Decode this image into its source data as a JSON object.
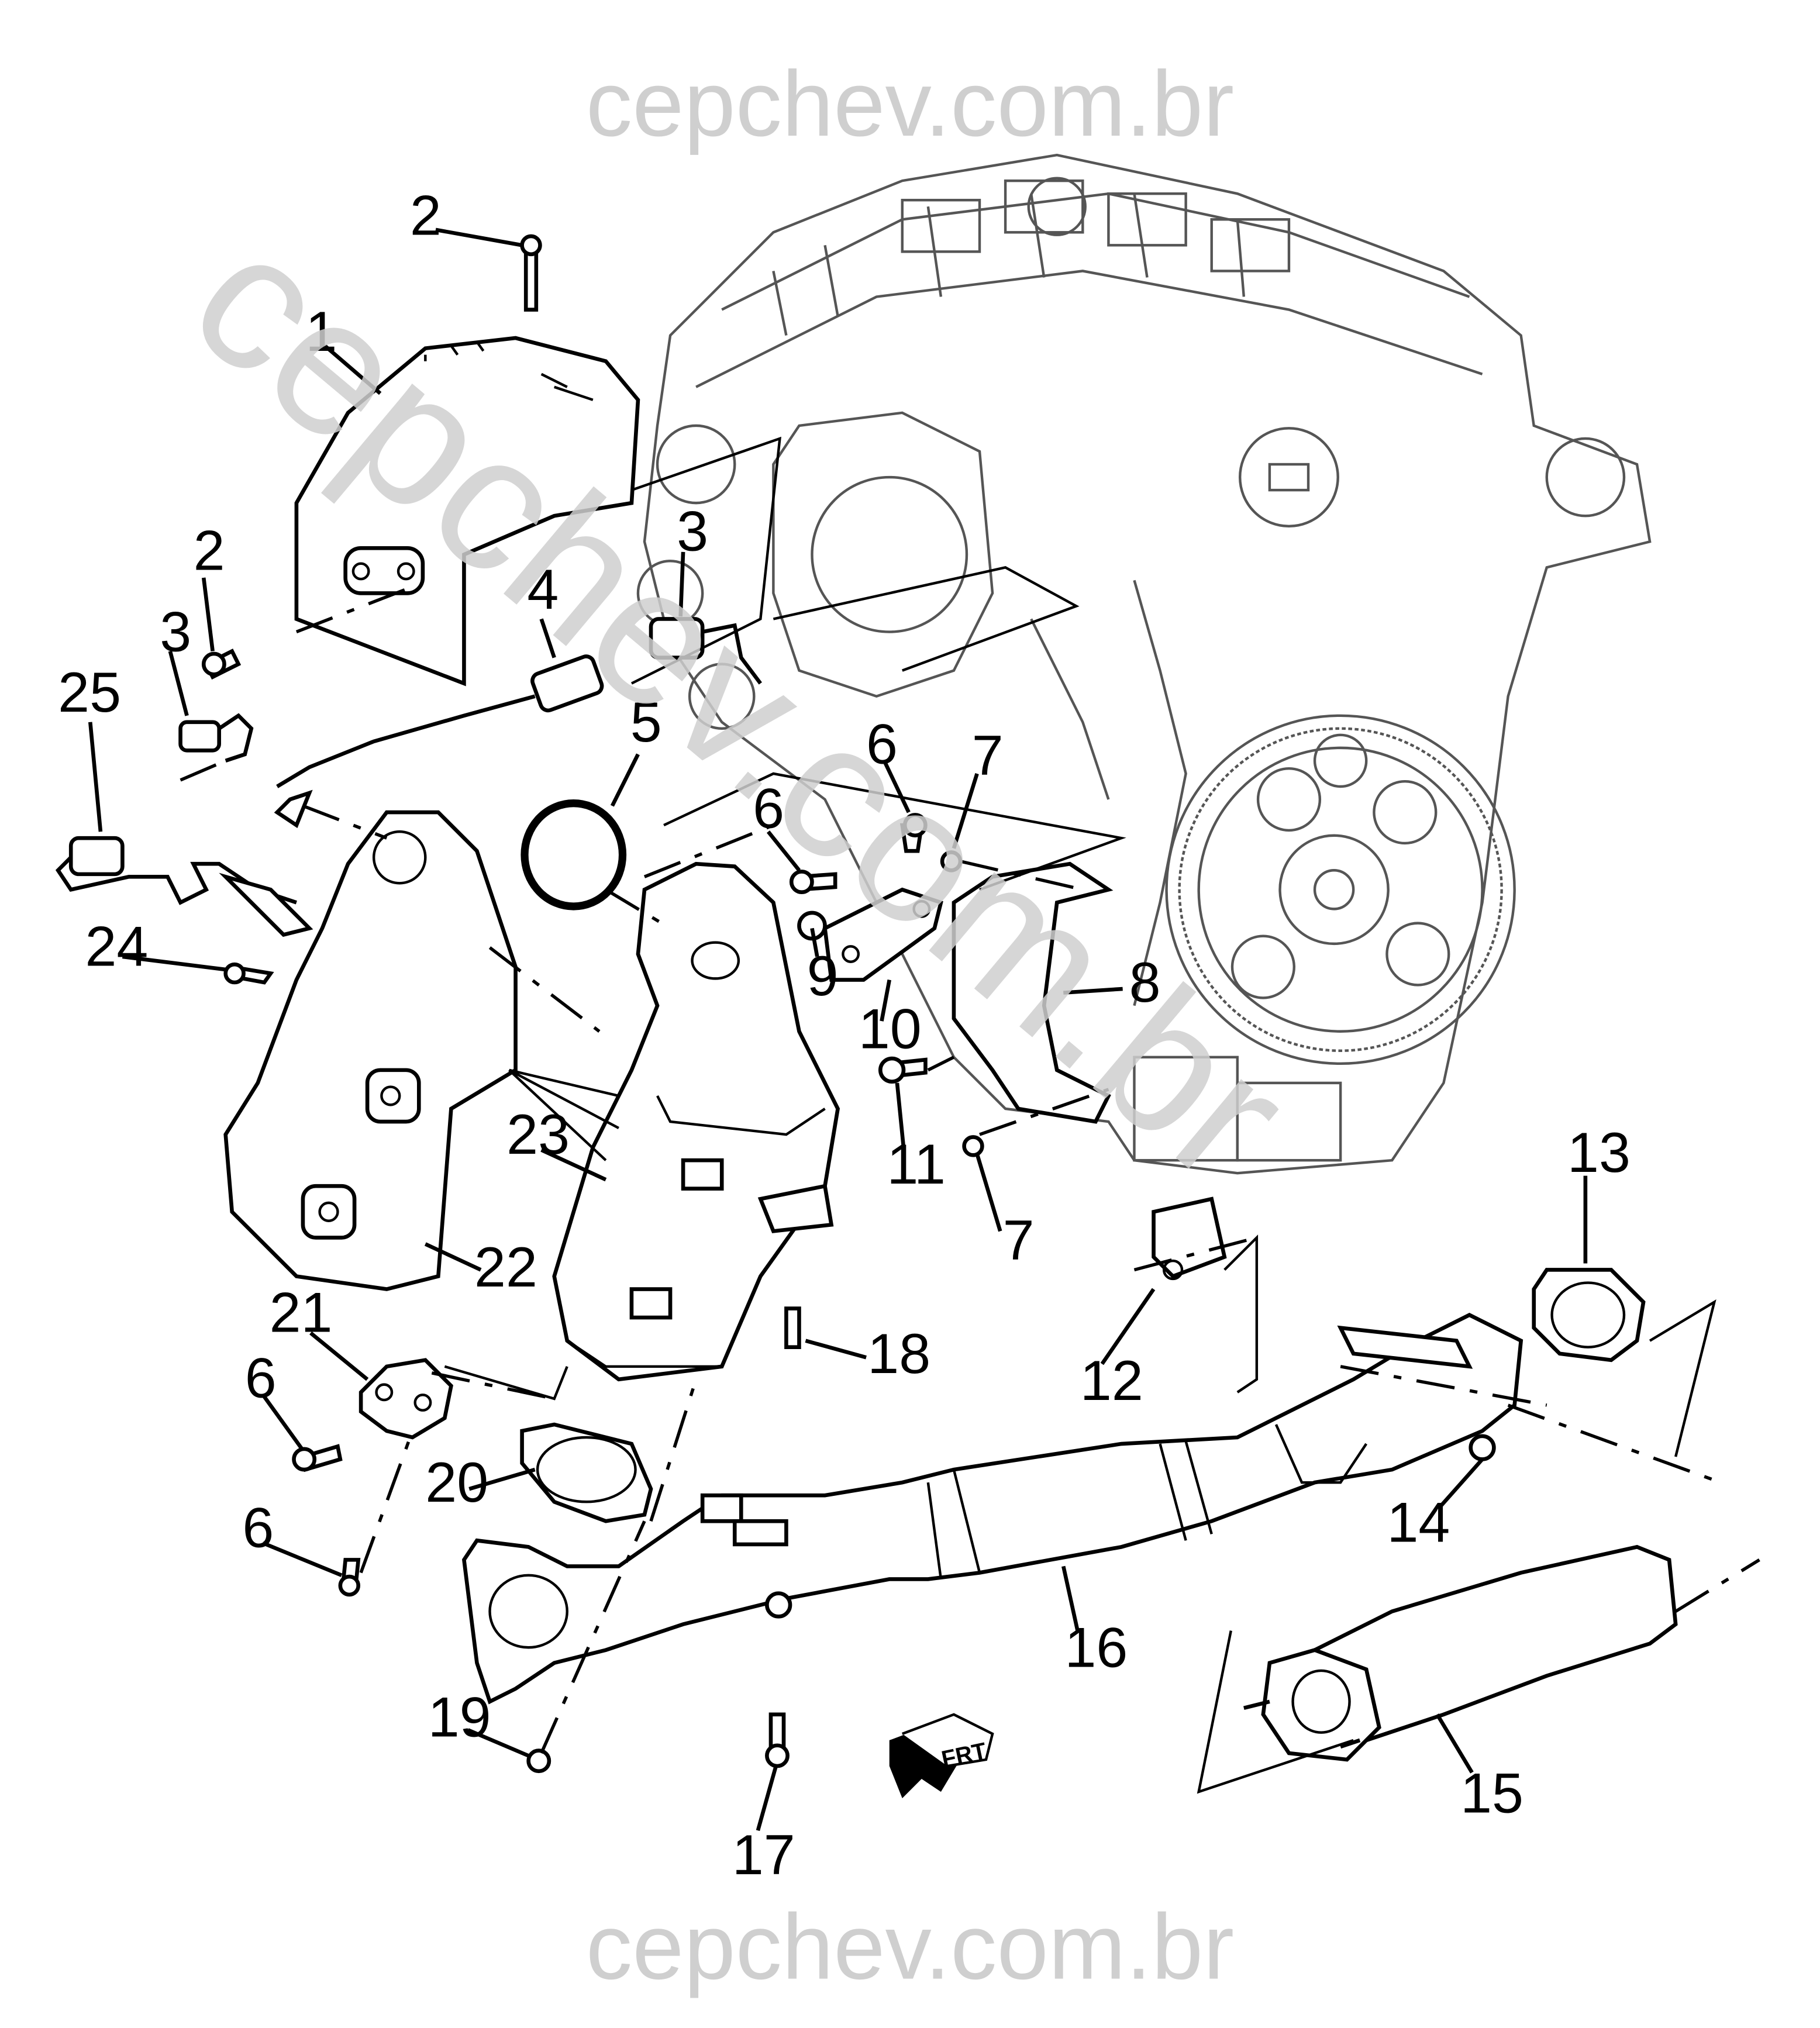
{
  "watermarks": {
    "top": "cepchev.com.br",
    "bottom": "cepchev.com.br",
    "diagonal": "cepchev.com.br"
  },
  "direction_arrow": {
    "label": "FRT"
  },
  "callouts": [
    {
      "id": "c1",
      "text": "1"
    },
    {
      "id": "c2a",
      "text": "2"
    },
    {
      "id": "c2b",
      "text": "2"
    },
    {
      "id": "c3a",
      "text": "3"
    },
    {
      "id": "c3b",
      "text": "3"
    },
    {
      "id": "c4",
      "text": "4"
    },
    {
      "id": "c5",
      "text": "5"
    },
    {
      "id": "c6a",
      "text": "6"
    },
    {
      "id": "c6b",
      "text": "6"
    },
    {
      "id": "c6c",
      "text": "6"
    },
    {
      "id": "c6d",
      "text": "6"
    },
    {
      "id": "c7a",
      "text": "7"
    },
    {
      "id": "c7b",
      "text": "7"
    },
    {
      "id": "c8",
      "text": "8"
    },
    {
      "id": "c9",
      "text": "9"
    },
    {
      "id": "c10",
      "text": "10"
    },
    {
      "id": "c11",
      "text": "11"
    },
    {
      "id": "c12",
      "text": "12"
    },
    {
      "id": "c13",
      "text": "13"
    },
    {
      "id": "c14",
      "text": "14"
    },
    {
      "id": "c15",
      "text": "15"
    },
    {
      "id": "c16",
      "text": "16"
    },
    {
      "id": "c17",
      "text": "17"
    },
    {
      "id": "c18",
      "text": "18"
    },
    {
      "id": "c19",
      "text": "19"
    },
    {
      "id": "c20",
      "text": "20"
    },
    {
      "id": "c21",
      "text": "21"
    },
    {
      "id": "c22",
      "text": "22"
    },
    {
      "id": "c23",
      "text": "23"
    },
    {
      "id": "c24",
      "text": "24"
    },
    {
      "id": "c25",
      "text": "25"
    }
  ]
}
